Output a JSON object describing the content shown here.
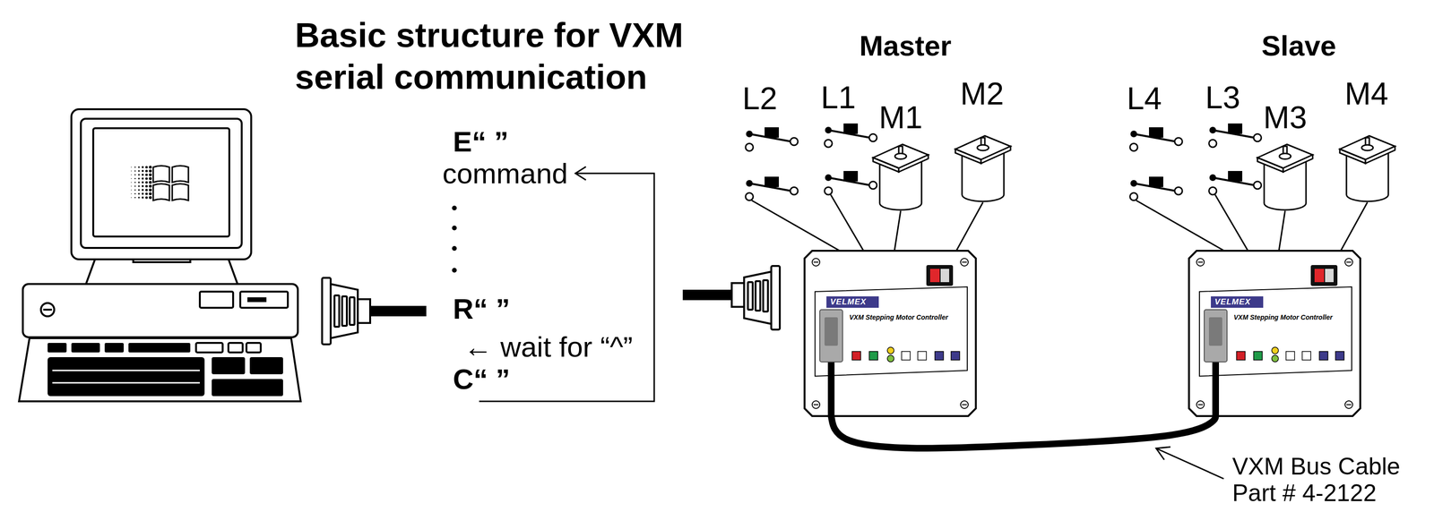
{
  "diagram": {
    "title": "Basic structure for VXM serial communication",
    "nodes": [
      {
        "text": [
          "VELMEX",
          "VXM Stepping Motor Controller"
        ]
      },
      {
        "text": [
          "VELMEX",
          "VXM Stepping Motor Controller"
        ]
      }
    ],
    "edges": [
      {
        "from": 0,
        "to": 1,
        "arrow": "none"
      }
    ],
    "labels": [
      "E“ ”",
      "command",
      "R“ ”",
      "← wait for “^”",
      "C“ ”",
      "Master",
      "L2",
      "L1",
      "M1",
      "M2",
      "Slave",
      "L4",
      "L3",
      "M3",
      "M4",
      "VXM Bus Cable Part # 4-2122"
    ]
  }
}
